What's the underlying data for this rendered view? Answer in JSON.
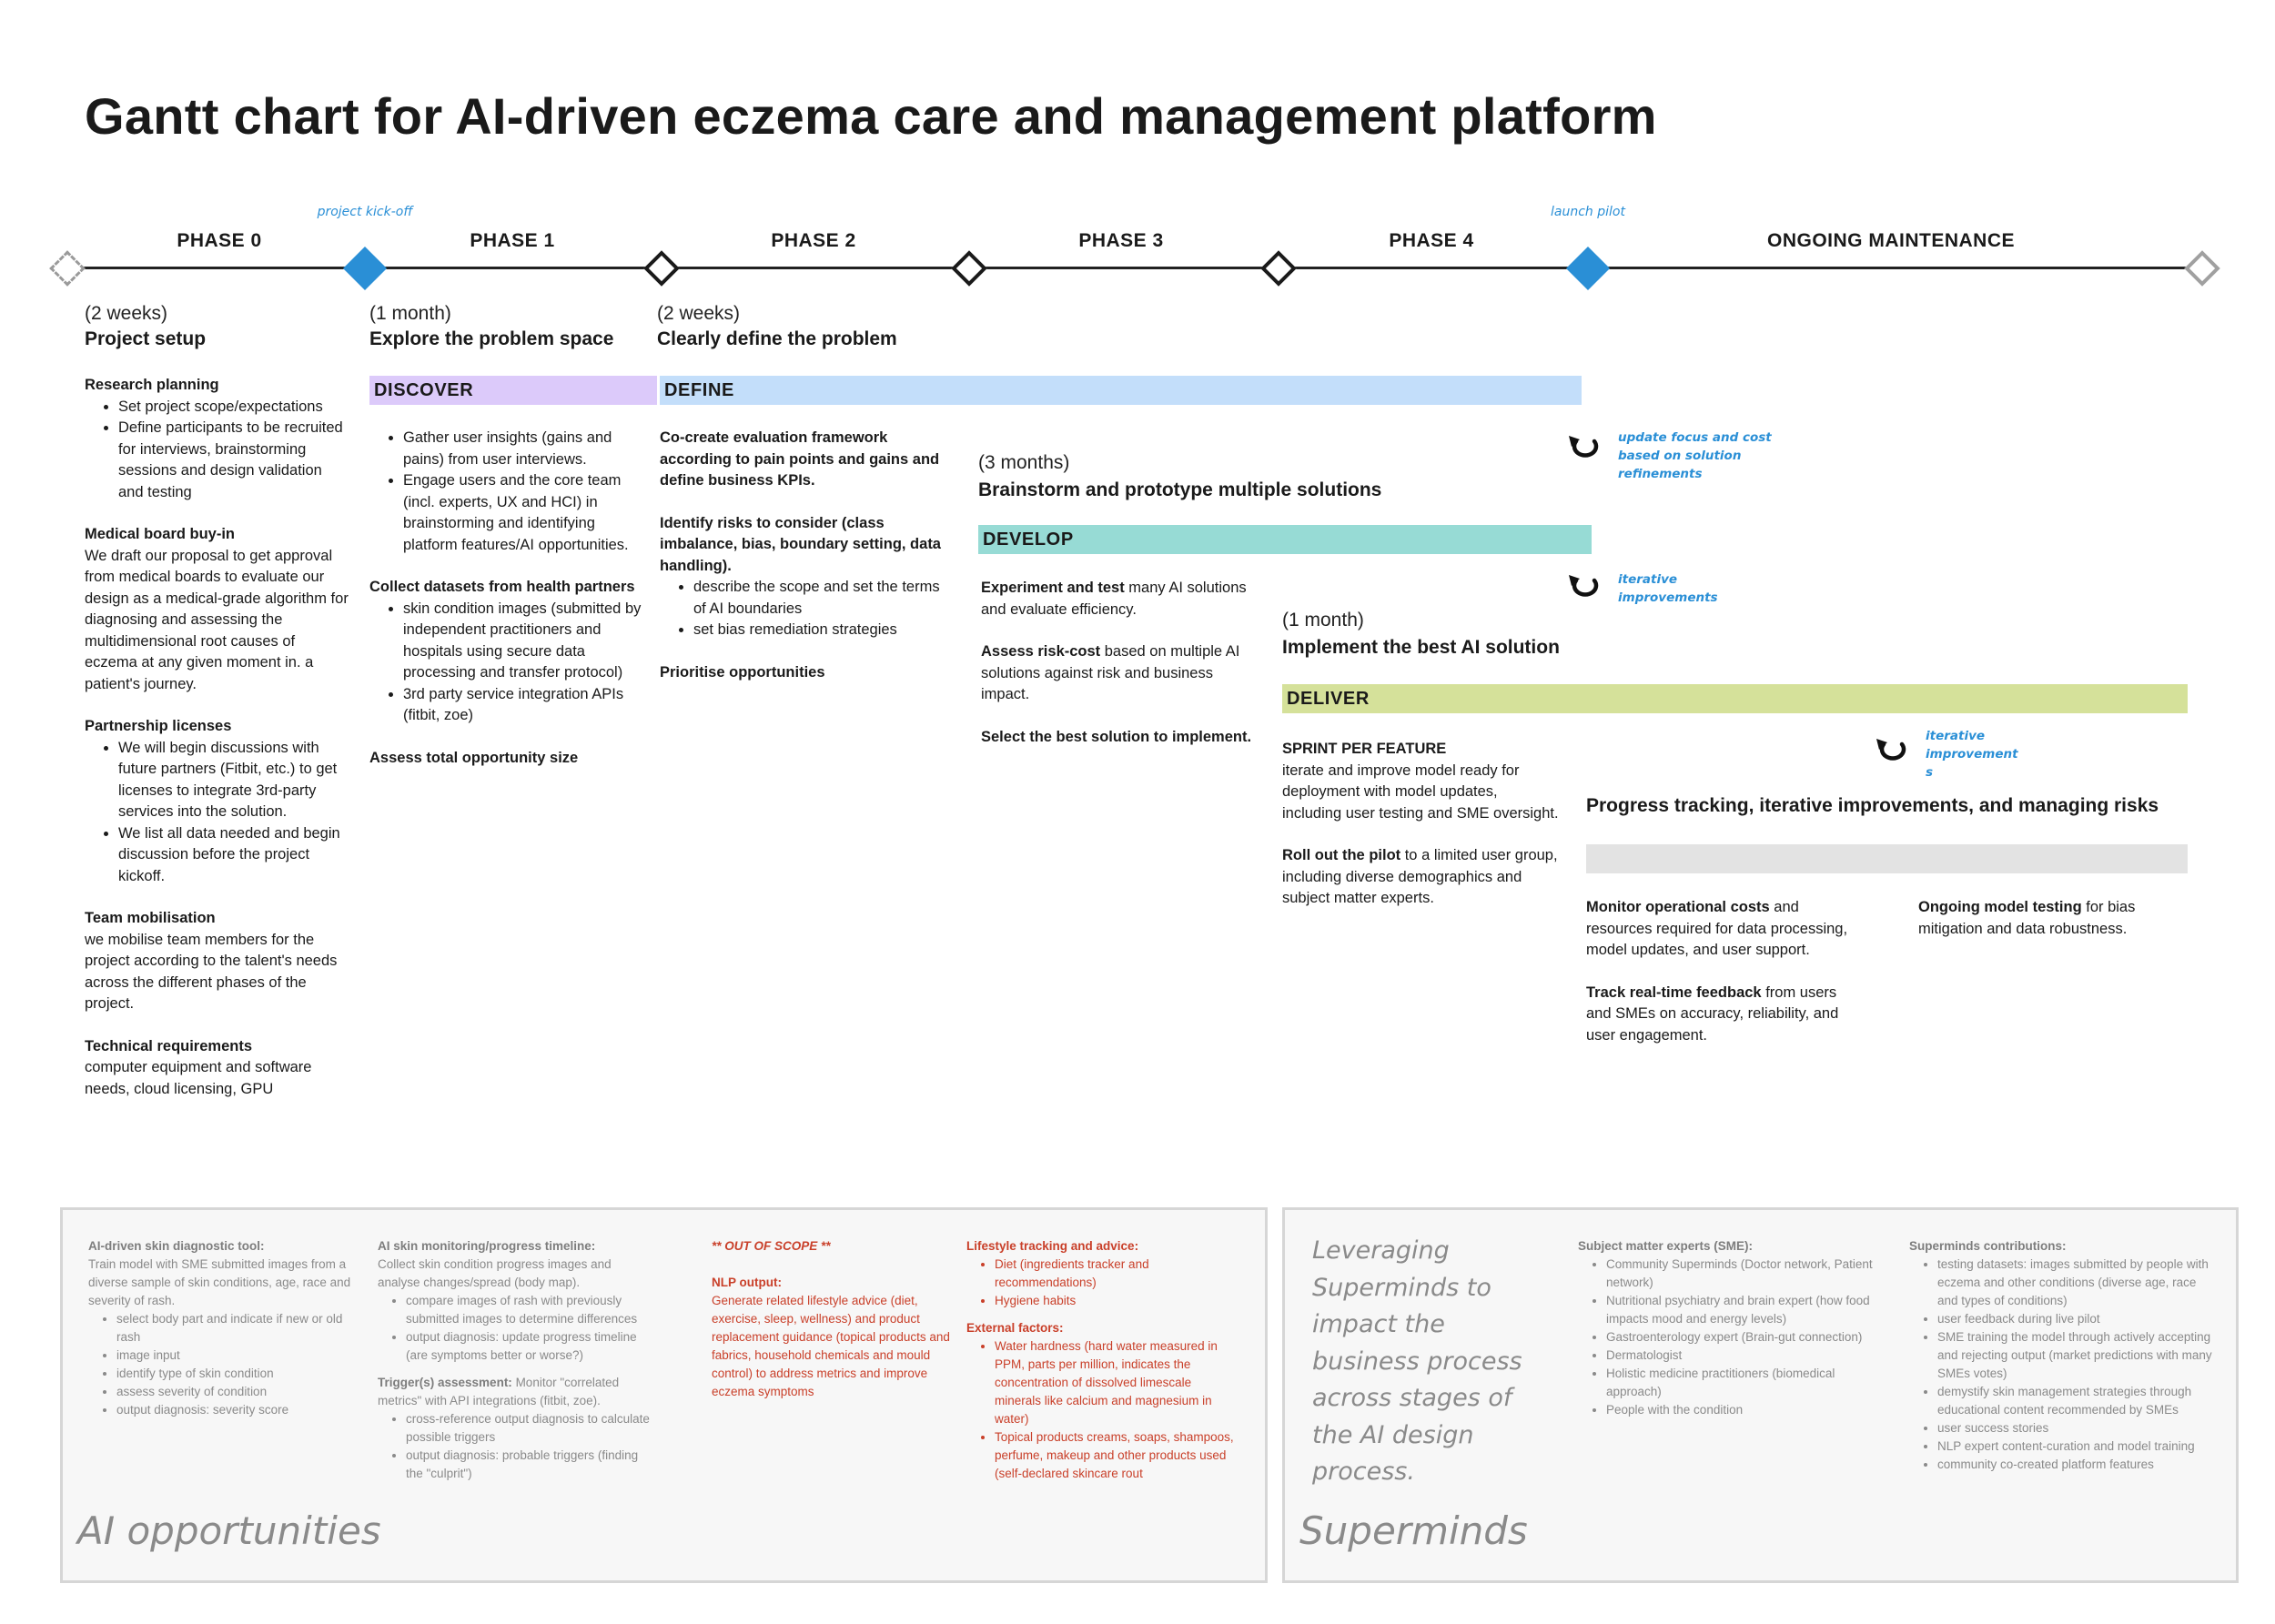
{
  "title": "Gantt chart for AI-driven eczema care and management platform",
  "timeline": {
    "phases": [
      "PHASE 0",
      "PHASE 1",
      "PHASE 2",
      "PHASE 3",
      "PHASE 4",
      "ONGOING MAINTENANCE"
    ],
    "milestones": [
      {
        "label": "project kick-off",
        "color": "#2a8fd6"
      },
      {
        "label": "launch pilot",
        "color": "#2a8fd6"
      }
    ]
  },
  "colors": {
    "discover": "#dccafa",
    "define": "#c3defa",
    "develop": "#97dbd5",
    "deliver": "#d5e19a",
    "maintenance": "#e3e3e3",
    "accent_blue": "#2a8fd6",
    "out_of_scope_red": "#c9402a"
  },
  "phase0": {
    "duration": "(2 weeks)",
    "heading": "Project setup",
    "research_title": "Research planning",
    "research_items": [
      "Set project scope/expectations",
      "Define participants to be recruited for interviews, brainstorming sessions and design validation and testing"
    ],
    "medical_title": "Medical board buy-in",
    "medical_text": "We draft our proposal to get approval from medical boards to evaluate our design as a medical-grade algorithm for diagnosing and assessing the multidimensional root causes of eczema at any given moment in. a patient's journey.",
    "partner_title": "Partnership licenses",
    "partner_items": [
      "We will begin discussions with future partners (Fitbit, etc.) to get licenses to integrate 3rd-party services into the solution.",
      "We list all data needed and begin discussion before the project kickoff."
    ],
    "team_title": "Team mobilisation",
    "team_text": "we mobilise team members for the project according to the talent's needs across the different phases of the project.",
    "tech_title": "Technical requirements",
    "tech_text": "computer equipment and software needs, cloud licensing, GPU"
  },
  "phase1": {
    "duration": "(1 month)",
    "heading": "Explore the problem space",
    "bar": "DISCOVER",
    "items": [
      "Gather user insights (gains and pains) from user interviews.",
      "Engage users and the core team (incl. experts, UX and HCI) in brainstorming and identifying platform features/AI opportunities."
    ],
    "collect_title": "Collect datasets from health partners",
    "collect_items": [
      "skin condition images (submitted by independent practitioners and hospitals using secure data processing and transfer protocol)",
      "3rd party service integration APIs (fitbit, zoe)"
    ],
    "assess": "Assess total opportunity size"
  },
  "phase2": {
    "duration": "(2 weeks)",
    "heading": "Clearly define the problem",
    "bar": "DEFINE",
    "cocreate": "Co-create evaluation framework according to pain points and gains and define business KPIs.",
    "risks_title": "Identify risks to consider (class imbalance, bias, boundary setting, data handling).",
    "risks_items": [
      "describe the scope and set the terms of AI boundaries",
      "set bias remediation strategies"
    ],
    "prioritise": "Prioritise opportunities"
  },
  "phase3": {
    "duration": "(3 months)",
    "heading": "Brainstorm and prototype multiple solutions",
    "bar": "DEVELOP",
    "exp_bold": "Experiment and test",
    "exp_rest": " many AI solutions and evaluate efficiency.",
    "risk_bold": "Assess risk-cost",
    "risk_rest": " based on multiple AI solutions against risk and business impact.",
    "select": "Select the best solution to implement."
  },
  "phase4": {
    "duration": "(1 month)",
    "heading": "Implement the best AI solution",
    "bar": "DELIVER",
    "sprint_title": "SPRINT PER FEATURE",
    "sprint_text": "iterate and improve model ready for deployment with model updates, including user testing and SME oversight.",
    "pilot_bold": "Roll out the pilot",
    "pilot_rest": " to a limited user group, including diverse demographics and subject matter experts."
  },
  "maintenance": {
    "heading": "Progress tracking, iterative improvements, and managing risks",
    "monitor_bold": "Monitor operational costs",
    "monitor_rest": " and resources required for data processing, model updates, and user support.",
    "track_bold": "Track real-time feedback",
    "track_rest": " from users and SMEs on accuracy, reliability, and user engagement.",
    "testing_bold": "Ongoing model testing",
    "testing_rest": " for bias mitigation and data robustness."
  },
  "loop_notes": {
    "update_focus": "update focus and cost based on solution refinements",
    "iterative1": "iterative improvements",
    "iterative2": "iterative improvement s",
    "icon": "loop-arrow-icon"
  },
  "ai_panel": {
    "caption": "AI opportunities",
    "col1_title": "AI-driven skin diagnostic tool:",
    "col1_text": "Train model with SME submitted images from a diverse sample of skin conditions, age, race and severity of rash.",
    "col1_items": [
      "select body part and indicate if new or old rash",
      "image input",
      "identify type of skin condition",
      "assess severity of condition",
      "output diagnosis: severity score"
    ],
    "col2_title": "AI skin monitoring/progress timeline:",
    "col2_text": "Collect skin condition progress images and analyse changes/spread (body map).",
    "col2_items": [
      "compare images of rash with previously submitted images to determine differences",
      "output diagnosis: update progress timeline (are symptoms better or worse?)"
    ],
    "col2_trigger_title": "Trigger(s) assessment:",
    "col2_trigger_text": " Monitor \"correlated metrics\" with API integrations (fitbit, zoe).",
    "col2_trigger_items": [
      "cross-reference output diagnosis to calculate possible triggers",
      "output diagnosis: probable triggers (finding the \"culprit\")"
    ],
    "col3_oos": "** OUT OF SCOPE **",
    "col3_nlp_title": "NLP output:",
    "col3_nlp_text": "Generate related lifestyle advice (diet, exercise, sleep, wellness) and product replacement guidance (topical products and fabrics, household chemicals and mould control) to address metrics and improve eczema symptoms",
    "col4_title": "Lifestyle tracking and advice:",
    "col4_items": [
      "Diet (ingredients tracker and recommendations)",
      "Hygiene habits"
    ],
    "col4_ext_title": "External factors:",
    "col4_ext_items": [
      "Water hardness (hard water measured in PPM, parts per million, indicates the concentration of dissolved limescale minerals like calcium and magnesium in water)",
      "Topical products creams, soaps, shampoos, perfume, makeup and other products used (self-declared skincare rout"
    ]
  },
  "superminds_panel": {
    "caption": "Superminds",
    "intro": "Leveraging Superminds to impact the business process across stages of the AI design process.",
    "sme_title": "Subject matter experts (SME):",
    "sme_items": [
      "Community Superminds (Doctor network, Patient network)",
      "Nutritional psychiatry and brain expert (how food impacts mood and energy levels)",
      "Gastroenterology expert (Brain-gut connection)",
      "Dermatologist",
      "Holistic medicine practitioners (biomedical approach)",
      "People with the condition"
    ],
    "contrib_title": "Superminds contributions:",
    "contrib_items": [
      "testing datasets: images submitted by people with eczema and other conditions (diverse age, race and types of conditions)",
      "user feedback during live pilot",
      "SME training the model through actively accepting and rejecting output (market predictions with many SMEs votes)",
      "demystify skin management strategies through educational content recommended by SMEs",
      "user success stories",
      "NLP expert content-curation and model training",
      "community co-created platform features"
    ]
  }
}
